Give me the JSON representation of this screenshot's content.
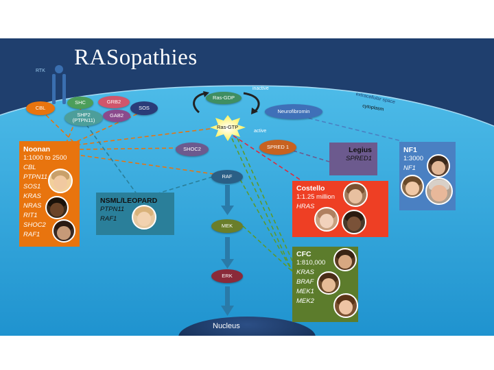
{
  "title": "RASopathies",
  "labels": {
    "rtk": "RTK",
    "inactive": "inactive",
    "active": "active",
    "extracellular": "extracellular space",
    "cytoplasm": "cytoplasm",
    "nucleus": "Nucleus"
  },
  "nodes": {
    "cbl": "CBL",
    "shc": "SHC",
    "grb2": "GRB2",
    "shp2": "SHP2\n(PTPN11)",
    "gab2": "GAB2",
    "sos": "SOS",
    "ras_gdp": "Ras-GDP",
    "ras_gtp": "Ras-GTP",
    "neurofibromin": "Neurofibromin",
    "shoc2": "SHOC2",
    "spred1": "SPRED 1",
    "raf": "RAF",
    "mek": "MEK",
    "erk": "ERK"
  },
  "syndromes": {
    "noonan": {
      "title": "Noonan",
      "prevalence": "1:1000 to 2500",
      "genes": [
        "CBL",
        "PTPN11",
        "SOS1",
        "KRAS",
        "NRAS",
        "RIT1",
        "SHOC2",
        "RAF1"
      ]
    },
    "nsml": {
      "title": "NSML/LEOPARD",
      "genes": [
        "PTPN11",
        "RAF1"
      ]
    },
    "legius": {
      "title": "Legius",
      "genes": [
        "SPRED1"
      ]
    },
    "nf1": {
      "title": "NF1",
      "prevalence": "1:3000",
      "genes": [
        "NF1"
      ]
    },
    "costello": {
      "title": "Costello",
      "prevalence": "1:1.25 million",
      "genes": [
        "HRAS"
      ]
    },
    "cfc": {
      "title": "CFC",
      "prevalence": "1:810,000",
      "genes": [
        "KRAS",
        "BRAF",
        "MEK1",
        "MEK2"
      ]
    }
  },
  "colors": {
    "dark_navy": "#1f3f6e",
    "cell_blue": "#2a9fd6",
    "noonan": "#e8740e",
    "nsml": "#2a7f9a",
    "legius": "#6c5a8e",
    "nf1": "#4a80c2",
    "costello": "#ee3f24",
    "cfc": "#5c7c2c"
  },
  "icons": [
    "rtk-receptor-icon",
    "curved-arrow-icon",
    "down-arrow-icon",
    "starburst-icon",
    "child-face-photo"
  ]
}
